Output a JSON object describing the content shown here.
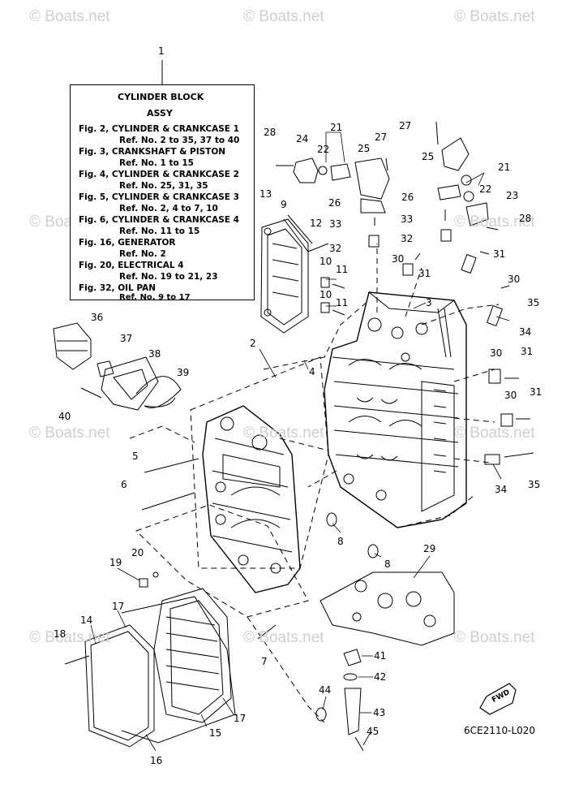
{
  "watermark": "© Boats.net",
  "info_box": {
    "number": "1",
    "title": "CYLINDER BLOCK",
    "subtitle": "ASSY",
    "lines": [
      "Fig. 2, CYLINDER & CRANKCASE 1",
      "Ref. No. 2 to 35, 37 to 40",
      "Fig. 3, CRANKSHAFT & PISTON",
      "Ref. No. 1 to 15",
      "Fig. 4, CYLINDER & CRANKCASE 2",
      "Ref. No. 25, 31, 35",
      "Fig. 5, CYLINDER & CRANKCASE 3",
      "Ref. No. 2, 4 to 7, 10",
      "Fig. 6, CYLINDER & CRANKCASE 4",
      "Ref. No. 11 to 15",
      "Fig. 16, GENERATOR",
      "Ref. No. 2",
      "Fig. 20, ELECTRICAL 4",
      "Ref. No. 19 to 21, 23",
      "Fig. 32, OIL PAN",
      "Ref. No. 9 to 17"
    ]
  },
  "callouts": [
    "2",
    "3",
    "4",
    "5",
    "6",
    "7",
    "8",
    "8",
    "9",
    "10",
    "10",
    "11",
    "11",
    "12",
    "13",
    "14",
    "15",
    "16",
    "17",
    "17",
    "18",
    "19",
    "20",
    "21",
    "21",
    "22",
    "22",
    "23",
    "24",
    "25",
    "25",
    "26",
    "26",
    "27",
    "27",
    "28",
    "28",
    "29",
    "30",
    "30",
    "30",
    "30",
    "31",
    "31",
    "31",
    "31",
    "32",
    "32",
    "33",
    "33",
    "34",
    "34",
    "35",
    "35",
    "36",
    "37",
    "38",
    "39",
    "40",
    "41",
    "42",
    "43",
    "44",
    "45"
  ],
  "fwd_label": "FWD",
  "diagram_code": "6CE2110-L020",
  "colors": {
    "line": "#000000",
    "watermark": "#cfcfcf"
  }
}
